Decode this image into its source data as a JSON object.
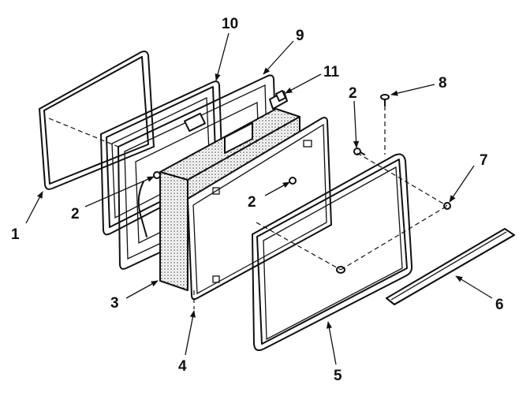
{
  "callouts": [
    {
      "id": "c1",
      "label": "1"
    },
    {
      "id": "c2a",
      "label": "2"
    },
    {
      "id": "c2b",
      "label": "2"
    },
    {
      "id": "c2c",
      "label": "2"
    },
    {
      "id": "c3",
      "label": "3"
    },
    {
      "id": "c4",
      "label": "4"
    },
    {
      "id": "c5",
      "label": "5"
    },
    {
      "id": "c6",
      "label": "6"
    },
    {
      "id": "c7",
      "label": "7"
    },
    {
      "id": "c8",
      "label": "8"
    },
    {
      "id": "c9",
      "label": "9"
    },
    {
      "id": "c10",
      "label": "10"
    },
    {
      "id": "c11",
      "label": "11"
    }
  ]
}
